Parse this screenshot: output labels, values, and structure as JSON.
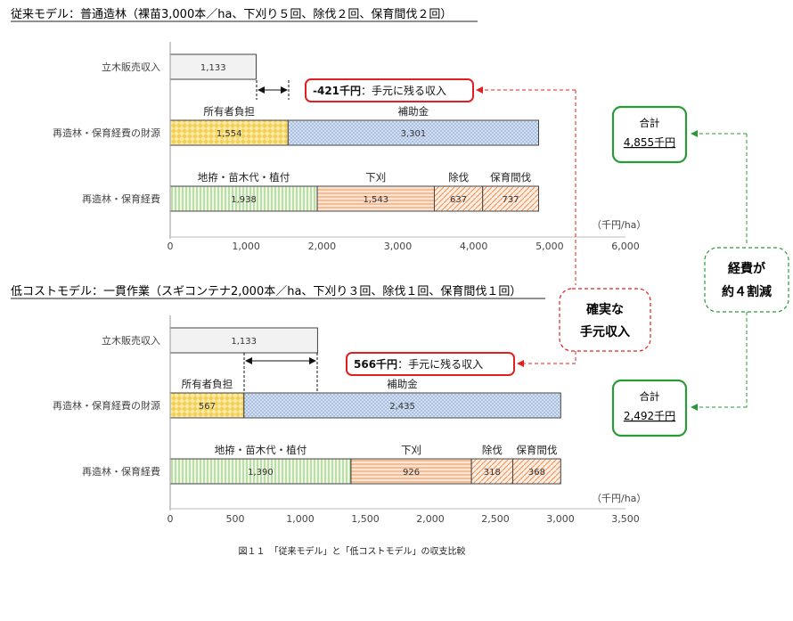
{
  "figure_caption": "図１１　「従来モデル」と「低コストモデル」の収支比較",
  "colors": {
    "timber": "#f0f0f0",
    "owner": "#f7e28a",
    "subsidy": "#c9d8ef",
    "site_prep": "#dbeccc",
    "weeding": "#f6c9a8",
    "thinning": "#f6c9a8",
    "callout_red": "#e02020",
    "callout_green": "#2a9a38"
  },
  "chart_data": [
    {
      "type": "bar",
      "orientation": "horizontal",
      "stacked": true,
      "title": "従来モデル：普通造林（裸苗3,000本／ha、下刈り５回、除伐２回、保育間伐２回）",
      "unit": "（千円/ha）",
      "xlim": [
        0,
        6000
      ],
      "xticks": [
        "0",
        "1,000",
        "2,000",
        "3,000",
        "4,000",
        "5,000",
        "6,000"
      ],
      "xtick_values": [
        0,
        1000,
        2000,
        3000,
        4000,
        5000,
        6000
      ],
      "categories": [
        "立木販売収入",
        "再造林・保育経費の財源",
        "再造林・保育経費"
      ],
      "rows": [
        {
          "category": "立木販売収入",
          "segments": [
            {
              "key": "timber",
              "name": "",
              "value": 1133,
              "label": "1,133"
            }
          ]
        },
        {
          "category": "再造林・保育経費の財源",
          "segments": [
            {
              "key": "owner",
              "name": "所有者負担",
              "value": 1554,
              "label": "1,554"
            },
            {
              "key": "subsidy",
              "name": "補助金",
              "value": 3301,
              "label": "3,301"
            }
          ]
        },
        {
          "category": "再造林・保育経費",
          "segments": [
            {
              "key": "site_prep",
              "name": "地拵・苗木代・植付",
              "value": 1938,
              "label": "1,938"
            },
            {
              "key": "weeding",
              "name": "下刈",
              "value": 1543,
              "label": "1,543"
            },
            {
              "key": "thinning",
              "name": "除伐",
              "value": 637,
              "label": "637"
            },
            {
              "key": "thinning",
              "name": "保育間伐",
              "value": 737,
              "label": "737"
            }
          ]
        }
      ],
      "net_callout_value": "-421千円",
      "net_callout_text": "：手元に残る収入",
      "total_label": "合計",
      "total_value": "4,855千円"
    },
    {
      "type": "bar",
      "orientation": "horizontal",
      "stacked": true,
      "title": "低コストモデル：一貫作業（スギコンテナ2,000本／ha、下刈り３回、除伐１回、保育間伐１回）",
      "unit": "（千円/ha）",
      "xlim": [
        0,
        3500
      ],
      "xticks": [
        "0",
        "500",
        "1,000",
        "1,500",
        "2,000",
        "2,500",
        "3,000",
        "3,500"
      ],
      "xtick_values": [
        0,
        500,
        1000,
        1500,
        2000,
        2500,
        3000,
        3500
      ],
      "categories": [
        "立木販売収入",
        "再造林・保育経費の財源",
        "再造林・保育経費"
      ],
      "rows": [
        {
          "category": "立木販売収入",
          "segments": [
            {
              "key": "timber",
              "name": "",
              "value": 1133,
              "label": "1,133"
            }
          ]
        },
        {
          "category": "再造林・保育経費の財源",
          "segments": [
            {
              "key": "owner",
              "name": "所有者負担",
              "value": 567,
              "label": "567"
            },
            {
              "key": "subsidy",
              "name": "補助金",
              "value": 2435,
              "label": "2,435"
            }
          ]
        },
        {
          "category": "再造林・保育経費",
          "segments": [
            {
              "key": "site_prep",
              "name": "地拵・苗木代・植付",
              "value": 1390,
              "label": "1,390"
            },
            {
              "key": "weeding",
              "name": "下刈",
              "value": 926,
              "label": "926"
            },
            {
              "key": "thinning",
              "name": "除伐",
              "value": 318,
              "label": "318"
            },
            {
              "key": "thinning",
              "name": "保育間伐",
              "value": 368,
              "label": "368"
            }
          ]
        }
      ],
      "net_callout_value": "566千円",
      "net_callout_text": "：手元に残る収入",
      "total_label": "合計",
      "total_value": "2,492千円"
    }
  ],
  "side_callouts": {
    "sure_income_line1": "確実な",
    "sure_income_line2": "手元収入",
    "cost_line1": "経費が",
    "cost_line2": "約４割減"
  }
}
